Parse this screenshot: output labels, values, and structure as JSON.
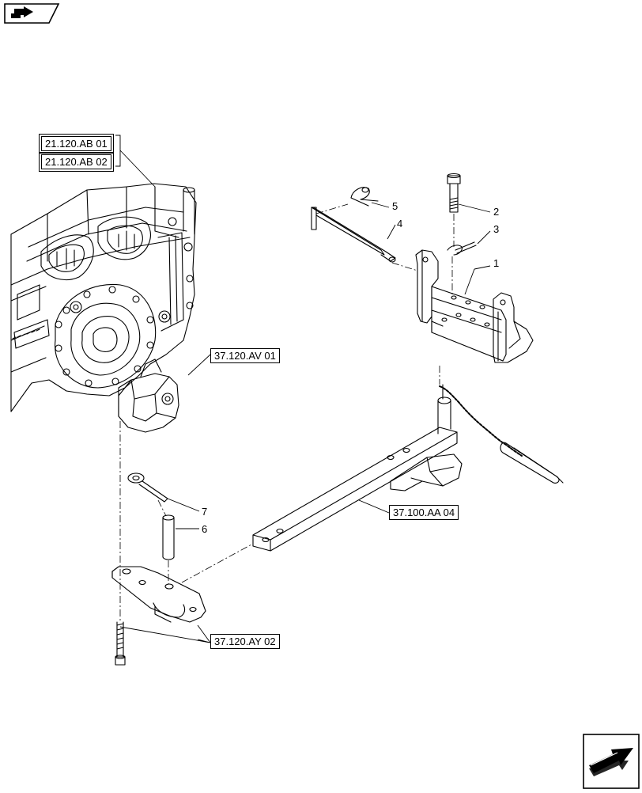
{
  "references": {
    "r1": "21.120.AB 01",
    "r2": "21.120.AB 02",
    "r3": "37.120.AV 01",
    "r4": "37.100.AA 04",
    "r5": "37.120.AY 02"
  },
  "callouts": [
    "1",
    "2",
    "3",
    "4",
    "5",
    "6",
    "7"
  ],
  "icons": {
    "top_left": "back-arrow-nav-icon",
    "bottom_right": "next-arrow-nav-icon"
  }
}
